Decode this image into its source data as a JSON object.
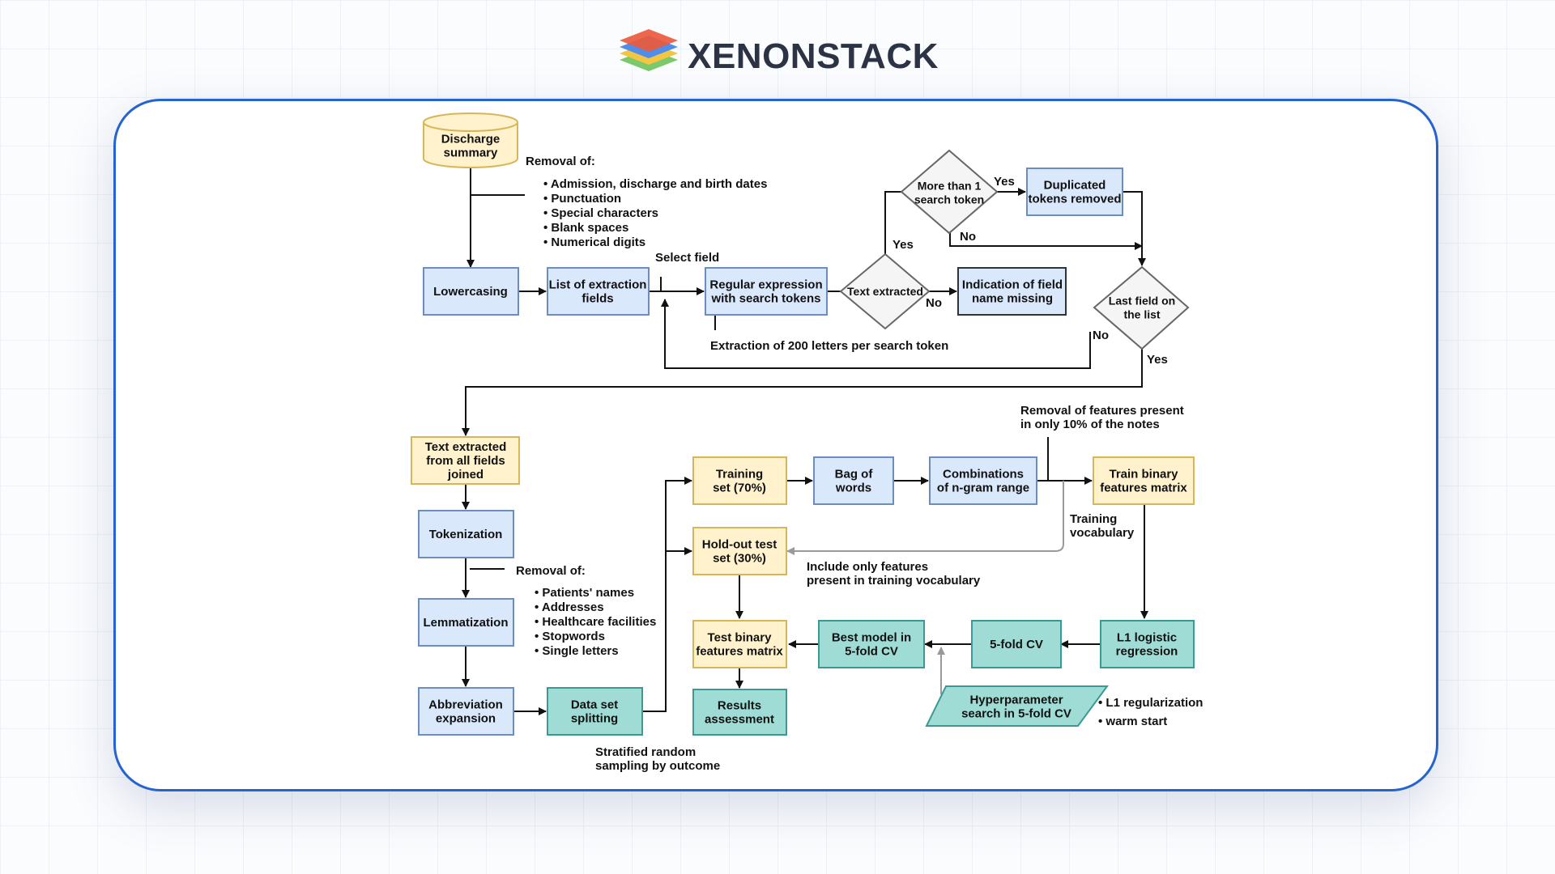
{
  "brand": {
    "name": "XENONSTACK"
  },
  "nodes": {
    "discharge": [
      "Discharge",
      "summary"
    ],
    "lowercasing": [
      "Lowercasing"
    ],
    "list_fields": [
      "List of extraction",
      "fields"
    ],
    "regex": [
      "Regular expression",
      "with search tokens"
    ],
    "text_extracted_q": [
      "Text extracted"
    ],
    "more_than_one": [
      "More than 1",
      "search token"
    ],
    "duplicated": [
      "Duplicated",
      "tokens removed"
    ],
    "indication": [
      "Indication of field",
      "name missing"
    ],
    "last_field": [
      "Last field on",
      "the list"
    ],
    "text_joined": [
      "Text extracted",
      "from all fields",
      "joined"
    ],
    "tokenization": [
      "Tokenization"
    ],
    "lemmatization": [
      "Lemmatization"
    ],
    "abbreviation": [
      "Abbreviation",
      "expansion"
    ],
    "data_split": [
      "Data set",
      "splitting"
    ],
    "training_set": [
      "Training",
      "set (70%)"
    ],
    "bag_words": [
      "Bag of",
      "words"
    ],
    "combinations": [
      "Combinations",
      "of n-gram range"
    ],
    "train_binary": [
      "Train binary",
      "features matrix"
    ],
    "holdout": [
      "Hold-out test",
      "set (30%)"
    ],
    "test_binary": [
      "Test binary",
      "features matrix"
    ],
    "results": [
      "Results",
      "assessment"
    ],
    "best_model": [
      "Best model in",
      "5-fold CV"
    ],
    "five_fold": [
      "5-fold CV"
    ],
    "l1_logistic": [
      "L1 logistic",
      "regression"
    ],
    "hyperparam": [
      "Hyperparameter",
      "search in 5-fold CV"
    ]
  },
  "labels": {
    "removal1_title": "Removal of:",
    "removal1_items": [
      "Admission, discharge and birth dates",
      "Punctuation",
      "Special characters",
      "Blank spaces",
      "Numerical digits"
    ],
    "select_field": "Select field",
    "extraction_200": "Extraction of 200 letters per search token",
    "removal2_title": "Removal of:",
    "removal2_items": [
      "Patients' names",
      "Addresses",
      "Healthcare facilities",
      "Stopwords",
      "Single letters"
    ],
    "removal_features": [
      "Removal of features present",
      "in only 10% of the notes"
    ],
    "training_vocab": [
      "Training",
      "vocabulary"
    ],
    "include_only": [
      "Include only features",
      "present in training vocabulary"
    ],
    "stratified": [
      "Stratified random",
      "sampling by outcome"
    ],
    "l1_items": [
      "L1 regularization",
      "warm start"
    ],
    "yes": "Yes",
    "no": "No"
  }
}
